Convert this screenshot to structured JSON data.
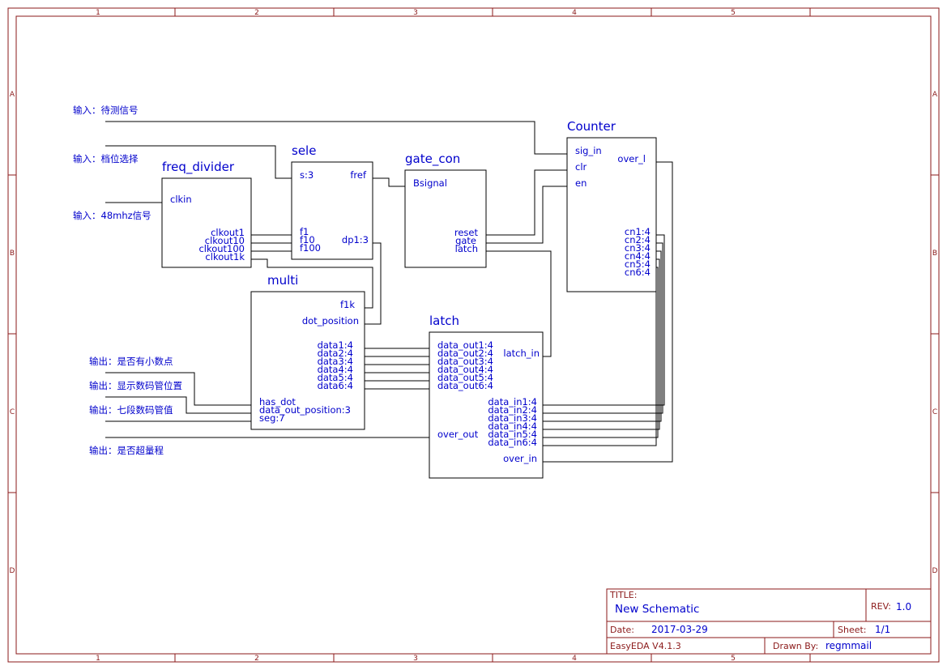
{
  "frame": {
    "columns": [
      "1",
      "2",
      "3",
      "4",
      "5"
    ],
    "rows": [
      "A",
      "B",
      "C",
      "D"
    ]
  },
  "blocks": {
    "freq_divider": {
      "name": "freq_divider",
      "pins": [
        "clkin",
        "clkout1",
        "clkout10",
        "clkout100",
        "clkout1k"
      ]
    },
    "sele": {
      "name": "sele",
      "pins": [
        "s:3",
        "fref",
        "f1",
        "f10",
        "f100",
        "dp1:3"
      ]
    },
    "gate_con": {
      "name": "gate_con",
      "pins": [
        "Bsignal",
        "reset",
        "gate",
        "latch"
      ]
    },
    "counter": {
      "name": "Counter",
      "pins": [
        "sig_in",
        "over_l",
        "clr",
        "en",
        "cn1:4",
        "cn2:4",
        "cn3:4",
        "cn4:4",
        "cn5:4",
        "cn6:4"
      ]
    },
    "multi": {
      "name": "multi",
      "pins": [
        "f1k",
        "dot_position",
        "data1:4",
        "data2:4",
        "data3:4",
        "data4:4",
        "data5:4",
        "data6:4",
        "has_dot",
        "data_out_position:3",
        "seg:7"
      ]
    },
    "latch": {
      "name": "latch",
      "pins": [
        "data_out1:4",
        "data_out2:4",
        "data_out3:4",
        "data_out4:4",
        "data_out5:4",
        "data_out6:4",
        "latch_in",
        "data_in1:4",
        "data_in2:4",
        "data_in3:4",
        "data_in4:4",
        "data_in5:4",
        "data_in6:4",
        "over_out",
        "over_in"
      ]
    }
  },
  "notes": [
    "输入：待测信号",
    "输入：档位选择",
    "输入：48mhz信号",
    "输出：是否有小数点",
    "输出：显示数码管位置",
    "输出：七段数码管值",
    "输出：是否超量程"
  ],
  "title_block": {
    "title_label": "TITLE:",
    "title_value": "New Schematic",
    "rev_label": "REV:",
    "rev_value": "1.0",
    "date_label": "Date:",
    "date_value": "2017-03-29",
    "sheet_label": "Sheet:",
    "sheet_value": "1/1",
    "tool": "EasyEDA V4.1.3",
    "drawn_label": "Drawn By:",
    "drawn_value": "regmmail"
  }
}
